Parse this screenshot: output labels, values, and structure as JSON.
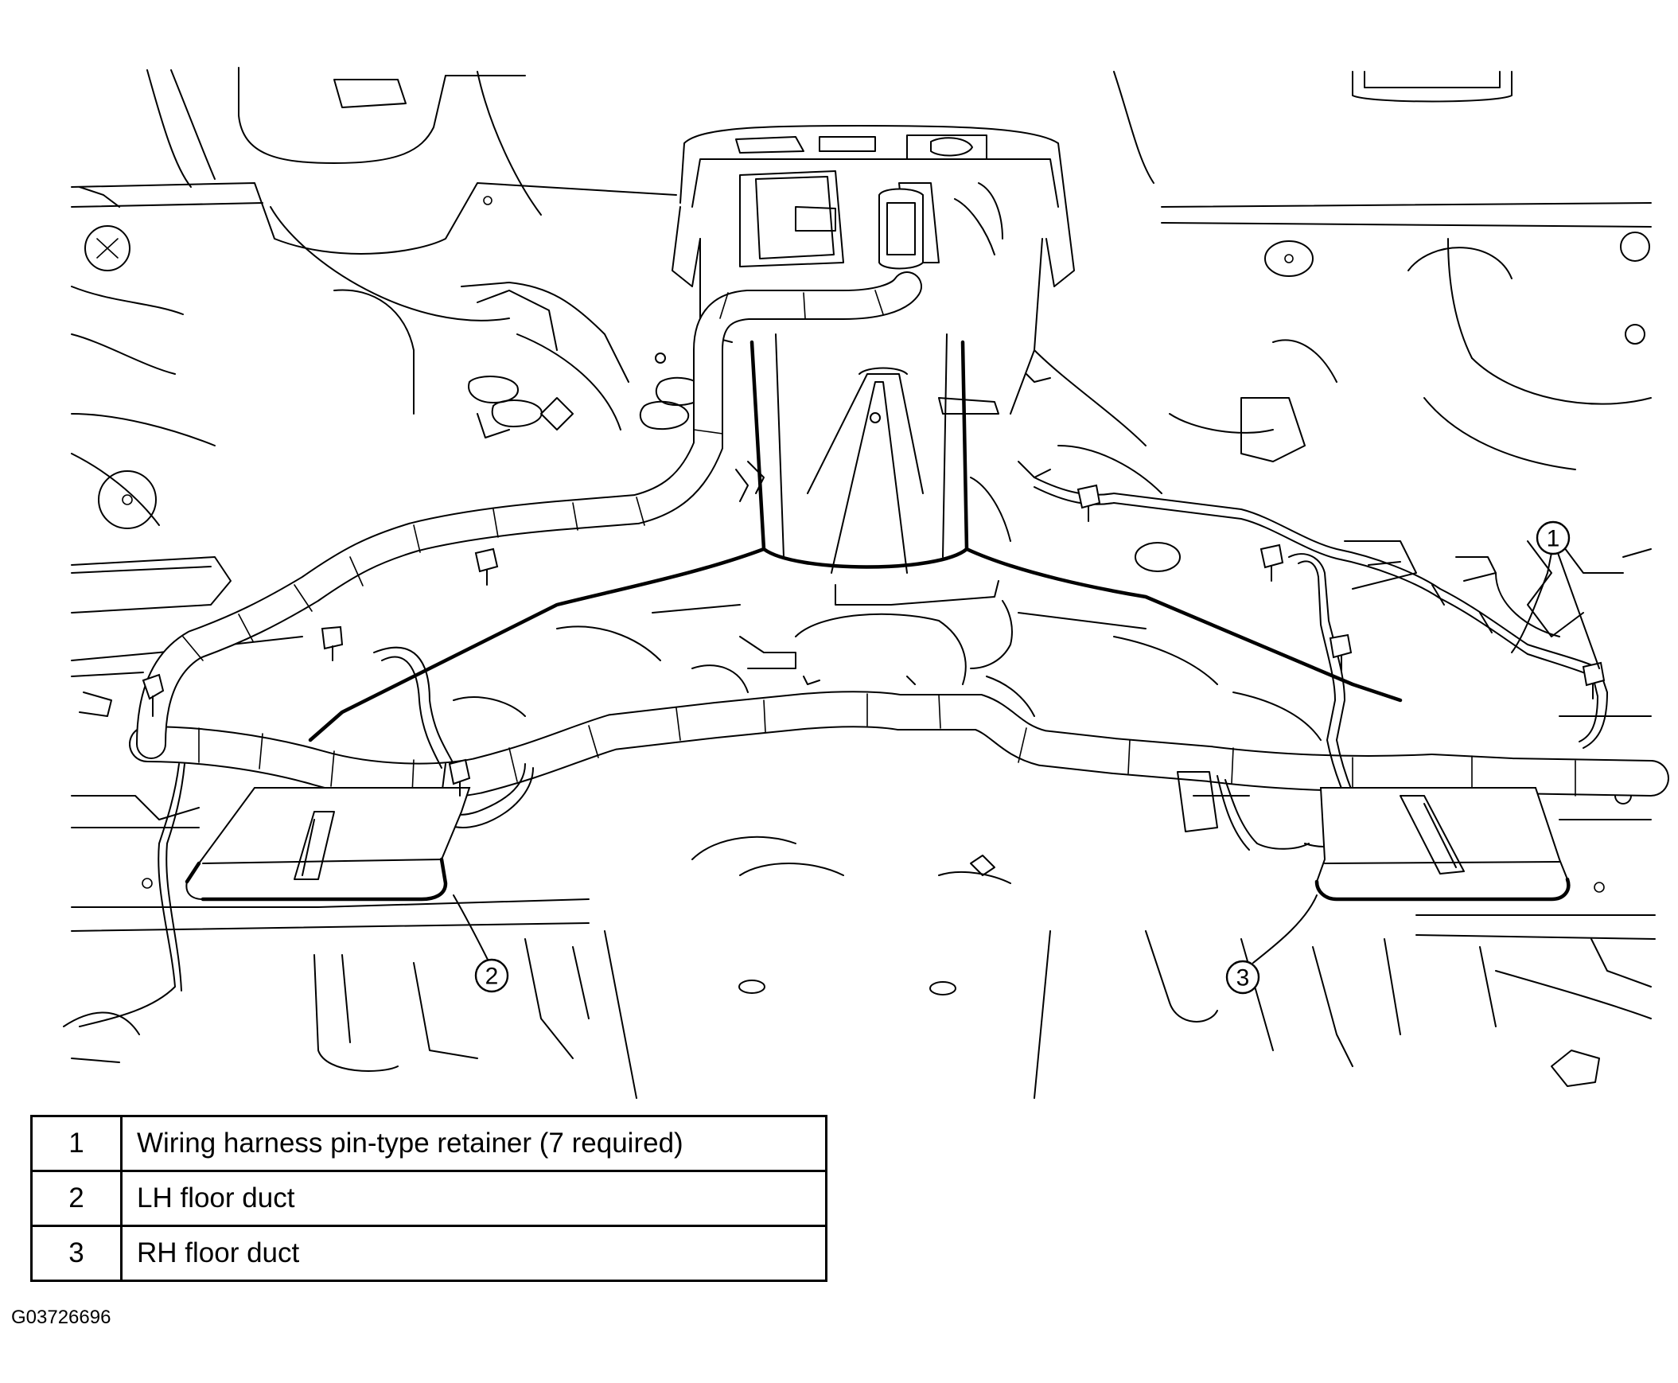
{
  "diagram": {
    "callouts": [
      {
        "id": "1",
        "label": "1"
      },
      {
        "id": "2",
        "label": "2"
      },
      {
        "id": "3",
        "label": "3"
      }
    ]
  },
  "legend": {
    "rows": [
      {
        "number": "1",
        "description": "Wiring harness pin-type retainer (7 required)"
      },
      {
        "number": "2",
        "description": "LH floor duct"
      },
      {
        "number": "3",
        "description": "RH floor duct"
      }
    ]
  },
  "figure_id": "G03726696"
}
